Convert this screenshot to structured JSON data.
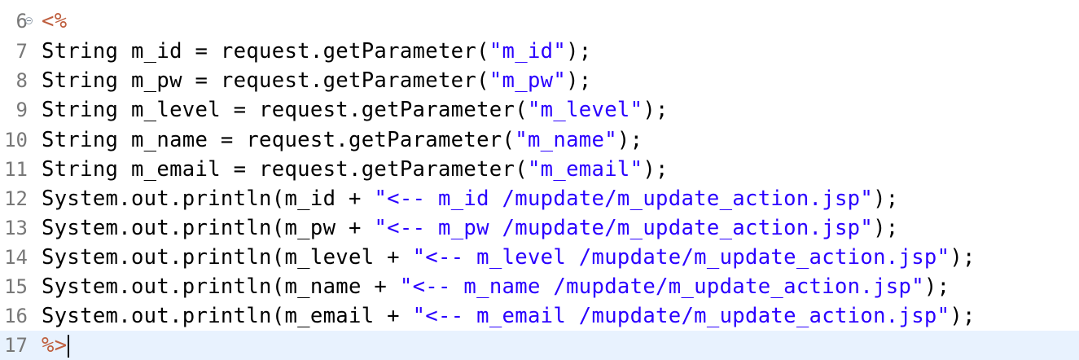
{
  "editor": {
    "lines": [
      {
        "number": "6",
        "parts": [
          {
            "t": "<%",
            "c": "jsp"
          }
        ]
      },
      {
        "number": "7",
        "parts": [
          {
            "t": "String m_id = request.getParameter(",
            "c": "plain"
          },
          {
            "t": "\"m_id\"",
            "c": "str"
          },
          {
            "t": ");",
            "c": "plain"
          }
        ]
      },
      {
        "number": "8",
        "parts": [
          {
            "t": "String m_pw = request.getParameter(",
            "c": "plain"
          },
          {
            "t": "\"m_pw\"",
            "c": "str"
          },
          {
            "t": ");",
            "c": "plain"
          }
        ]
      },
      {
        "number": "9",
        "parts": [
          {
            "t": "String m_level = request.getParameter(",
            "c": "plain"
          },
          {
            "t": "\"m_level\"",
            "c": "str"
          },
          {
            "t": ");",
            "c": "plain"
          }
        ]
      },
      {
        "number": "10",
        "parts": [
          {
            "t": "String m_name = request.getParameter(",
            "c": "plain"
          },
          {
            "t": "\"m_name\"",
            "c": "str"
          },
          {
            "t": ");",
            "c": "plain"
          }
        ]
      },
      {
        "number": "11",
        "parts": [
          {
            "t": "String m_email = request.getParameter(",
            "c": "plain"
          },
          {
            "t": "\"m_email\"",
            "c": "str"
          },
          {
            "t": ");",
            "c": "plain"
          }
        ]
      },
      {
        "number": "12",
        "parts": [
          {
            "t": "System.out.println(m_id + ",
            "c": "plain"
          },
          {
            "t": "\"<-- m_id /mupdate/m_update_action.jsp\"",
            "c": "str"
          },
          {
            "t": ");",
            "c": "plain"
          }
        ]
      },
      {
        "number": "13",
        "parts": [
          {
            "t": "System.out.println(m_pw + ",
            "c": "plain"
          },
          {
            "t": "\"<-- m_pw /mupdate/m_update_action.jsp\"",
            "c": "str"
          },
          {
            "t": ");",
            "c": "plain"
          }
        ]
      },
      {
        "number": "14",
        "parts": [
          {
            "t": "System.out.println(m_level + ",
            "c": "plain"
          },
          {
            "t": "\"<-- m_level /mupdate/m_update_action.jsp\"",
            "c": "str"
          },
          {
            "t": ");",
            "c": "plain"
          }
        ]
      },
      {
        "number": "15",
        "parts": [
          {
            "t": "System.out.println(m_name + ",
            "c": "plain"
          },
          {
            "t": "\"<-- m_name /mupdate/m_update_action.jsp\"",
            "c": "str"
          },
          {
            "t": ");",
            "c": "plain"
          }
        ]
      },
      {
        "number": "16",
        "parts": [
          {
            "t": "System.out.println(m_email + ",
            "c": "plain"
          },
          {
            "t": "\"<-- m_email /mupdate/m_update_action.jsp\"",
            "c": "str"
          },
          {
            "t": ");",
            "c": "plain"
          }
        ]
      },
      {
        "number": "17",
        "parts": [
          {
            "t": "%>",
            "c": "jsp"
          }
        ]
      }
    ],
    "current_line": "17",
    "fold_marker_line": "6"
  },
  "colors": {
    "string_literal": "#2a00ff",
    "jsp_delimiter": "#bf5f3f",
    "plain_text": "#000000",
    "line_number": "#787878",
    "current_line_highlight": "#e8f2fe"
  },
  "icons": {
    "fold_marker": "collapse-fold-icon",
    "caret": "text-cursor"
  }
}
